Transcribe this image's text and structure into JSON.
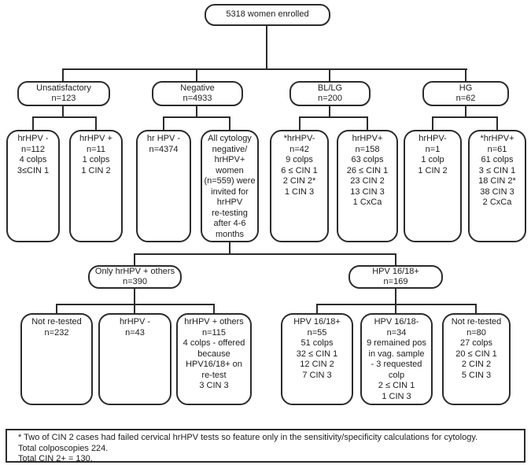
{
  "nodes": {
    "enrolled": [
      "5318 women enrolled"
    ],
    "unsatisfactory": [
      "Unsatisfactory",
      "n=123"
    ],
    "negative": [
      "Negative",
      "n=4933"
    ],
    "bl_lg": [
      "BL/LG",
      "n=200"
    ],
    "hg": [
      "HG",
      "n=62"
    ],
    "unsat_hrhpv_neg": [
      "hrHPV -",
      "n=112",
      "4 colps",
      "3≤CIN 1"
    ],
    "unsat_hrhpv_pos": [
      "hrHPV +",
      "n=11",
      "1 colps",
      "1 CIN 2"
    ],
    "neg_hrhpv_neg": [
      "hr HPV -",
      "n=4374"
    ],
    "neg_retest_invitation": [
      "All cytology",
      "negative/",
      "hrHPV+",
      "women",
      "(n=559) were",
      "invited for",
      "hrHPV",
      "re-testing",
      "after 4-6",
      "months"
    ],
    "bllg_hrhpv_neg": [
      "*hrHPV-",
      "n=42",
      "9 colps",
      "6 ≤ CIN 1",
      "2 CIN 2*",
      "1 CIN 3"
    ],
    "bllg_hrhpv_pos": [
      "hrHPV+",
      "n=158",
      "63 colps",
      "26 ≤ CIN 1",
      "23 CIN 2",
      "13 CIN 3",
      "1 CxCa"
    ],
    "hg_hrhpv_neg": [
      "hrHPV-",
      "n=1",
      "1 colp",
      "1 CIN 2"
    ],
    "hg_hrhpv_pos": [
      "*hrHPV+",
      "n=61",
      "61 colps",
      "3 ≤ CIN 1",
      "18 CIN 2*",
      "38 CIN 3",
      "2 CxCa"
    ],
    "only_hrhpv_others": [
      "Only hrHPV + others",
      "n=390"
    ],
    "hpv_1618_pos": [
      "HPV 16/18+",
      "n=169"
    ],
    "only_not_retested": [
      "Not re-tested",
      "n=232"
    ],
    "only_hrhpv_neg": [
      "hrHPV -",
      "n=43"
    ],
    "only_hrhpv_pos_others": [
      "hrHPV + others",
      "n=115",
      "4 colps - offered",
      "because",
      "HPV16/18+ on",
      "re-test",
      "3 CIN 3"
    ],
    "retest_1618_pos": [
      "HPV 16/18+",
      "n=55",
      "51 colps",
      "32 ≤ CIN 1",
      "12 CIN 2",
      "7 CIN 3"
    ],
    "retest_1618_neg": [
      "HPV 16/18-",
      "n=34",
      "9 remained pos",
      "in vag. sample",
      "- 3 requested",
      "colp",
      "2 ≤ CIN 1",
      "1 CIN 3"
    ],
    "hpv1618_not_retested": [
      "Not re-tested",
      "n=80",
      "27 colps",
      "20 ≤ CIN 1",
      "2 CIN 2",
      "5 CIN 3"
    ]
  },
  "footnote": [
    "* Two of CIN 2 cases had failed cervical hrHPV tests so feature only in the sensitivity/specificity calculations for cytology.",
    "Total colposcopies 224.",
    "Total CIN 2+ = 130."
  ]
}
